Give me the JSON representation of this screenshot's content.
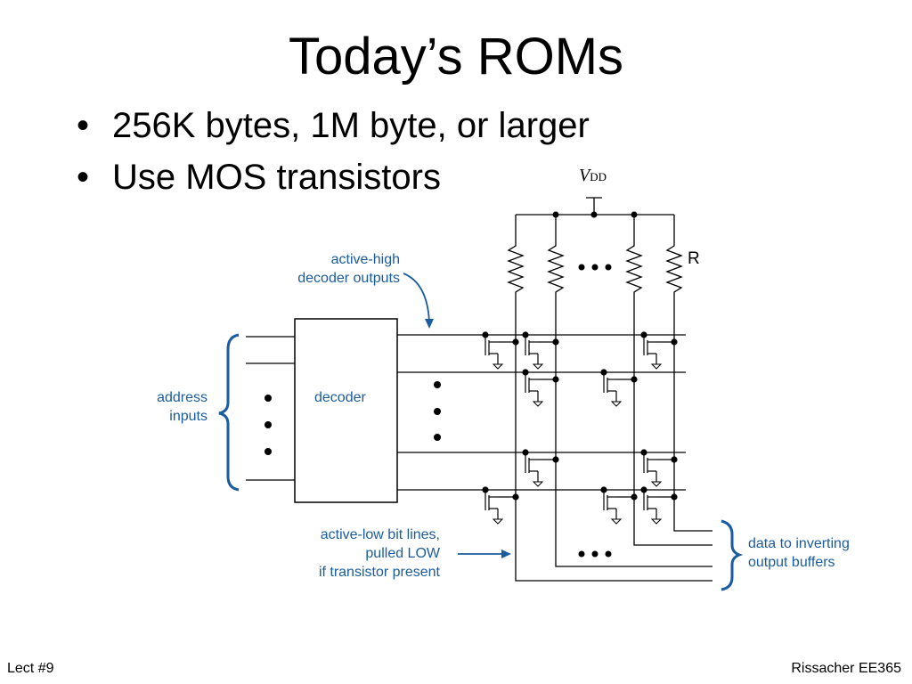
{
  "slide": {
    "title": "Today’s ROMs",
    "bullets": [
      "256K bytes, 1M byte, or larger",
      "Use MOS transistors"
    ],
    "footer_left": "Lect #9",
    "footer_right": "Rissacher EE365"
  },
  "diagram": {
    "vdd_symbol": "V",
    "vdd_subscript": "DD",
    "resistor_label": "R",
    "decoder_label": "decoder",
    "address_label_line1": "address",
    "address_label_line2": "inputs",
    "decoder_outputs_line1": "active-high",
    "decoder_outputs_line2": "decoder outputs",
    "bitlines_line1": "active-low bit lines,",
    "bitlines_line2": "pulled LOW",
    "bitlines_line3": "if transistor present",
    "data_line1": "data to inverting",
    "data_line2": "output buffers",
    "accent_color": "#1a5c9e"
  }
}
